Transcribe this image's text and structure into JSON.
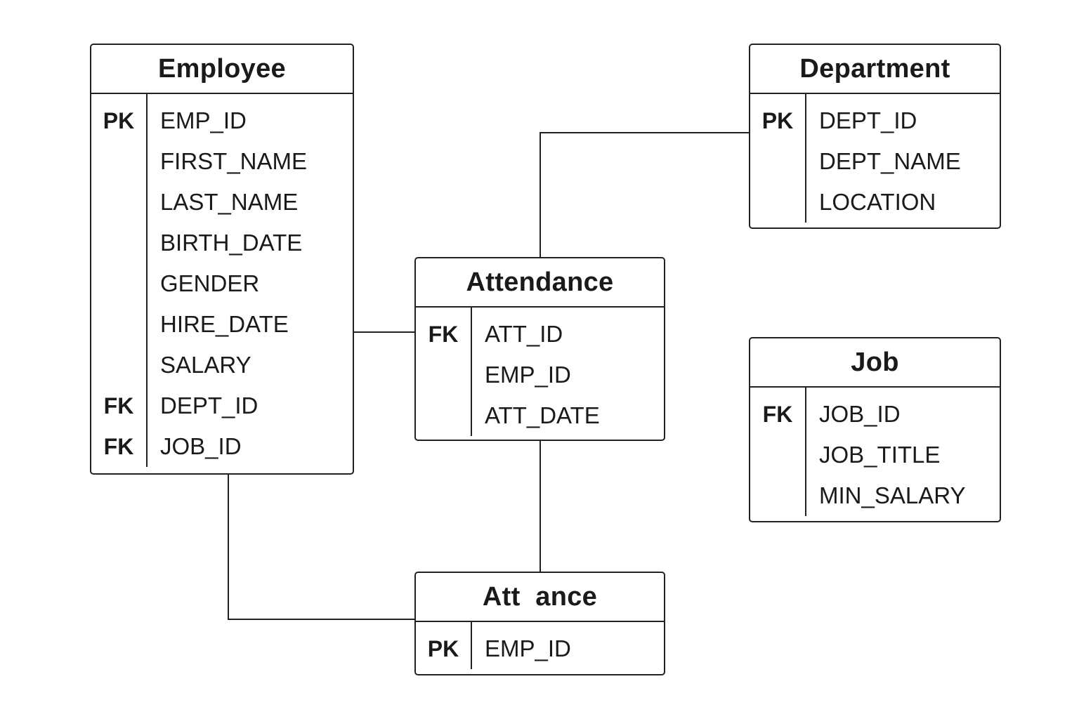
{
  "diagram": {
    "entities": [
      {
        "id": "employee",
        "title": "Employee",
        "fields": [
          {
            "key": "PK",
            "name": "EMP_ID"
          },
          {
            "key": "",
            "name": "FIRST_NAME"
          },
          {
            "key": "",
            "name": "LAST_NAME"
          },
          {
            "key": "",
            "name": "BIRTH_DATE"
          },
          {
            "key": "",
            "name": "GENDER"
          },
          {
            "key": "",
            "name": "HIRE_DATE"
          },
          {
            "key": "",
            "name": "SALARY"
          },
          {
            "key": "FK",
            "name": "DEPT_ID"
          },
          {
            "key": "FK",
            "name": "JOB_ID"
          }
        ]
      },
      {
        "id": "department",
        "title": "Department",
        "fields": [
          {
            "key": "PK",
            "name": "DEPT_ID"
          },
          {
            "key": "",
            "name": "DEPT_NAME"
          },
          {
            "key": "",
            "name": "LOCATION"
          }
        ]
      },
      {
        "id": "attendance",
        "title": "Attendance",
        "fields": [
          {
            "key": "FK",
            "name": "ATT_ID"
          },
          {
            "key": "",
            "name": "EMP_ID"
          },
          {
            "key": "",
            "name": "ATT_DATE"
          }
        ]
      },
      {
        "id": "job",
        "title": "Job",
        "fields": [
          {
            "key": "FK",
            "name": "JOB_ID"
          },
          {
            "key": "",
            "name": "JOB_TITLE"
          },
          {
            "key": "",
            "name": "MIN_SALARY"
          }
        ]
      },
      {
        "id": "attendance2",
        "title": "Att  ance",
        "fields": [
          {
            "key": "PK",
            "name": "EMP_ID"
          }
        ]
      }
    ],
    "relationships": [
      {
        "from": "employee",
        "to": "attendance"
      },
      {
        "from": "attendance",
        "to": "department"
      },
      {
        "from": "attendance",
        "to": "attendance2"
      },
      {
        "from": "employee",
        "to": "attendance2"
      }
    ],
    "colors": {
      "line": "#222222",
      "background": "#ffffff",
      "text": "#1a1a1a"
    }
  }
}
